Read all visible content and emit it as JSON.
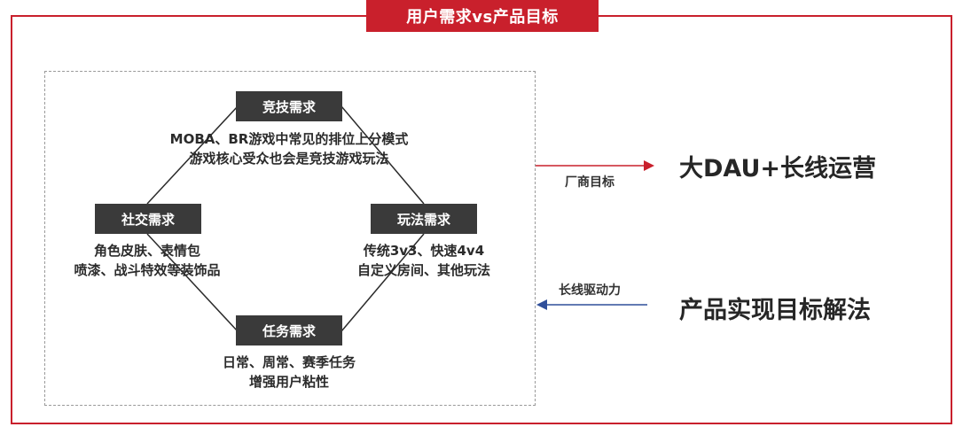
{
  "header": {
    "title": "用户需求vs产品目标"
  },
  "nodes": {
    "top": {
      "label": "竞技需求",
      "desc": [
        "MOBA、BR游戏中常见的排位上分模式",
        "游戏核心受众也会是竞技游戏玩法"
      ]
    },
    "left": {
      "label": "社交需求",
      "desc": [
        "角色皮肤、表情包",
        "喷漆、战斗特效等装饰品"
      ]
    },
    "right": {
      "label": "玩法需求",
      "desc": [
        "传统3v3、快速4v4",
        "自定义房间、其他玩法"
      ]
    },
    "bottom": {
      "label": "任务需求",
      "desc": [
        "日常、周常、赛季任务",
        "增强用户粘性"
      ]
    }
  },
  "arrows": {
    "goal": {
      "label": "厂商目标",
      "color": "#c9202c"
    },
    "drive": {
      "label": "长线驱动力",
      "color": "#2f4f9a"
    }
  },
  "results": {
    "goal": "大DAU+长线运营",
    "solution": "产品实现目标解法"
  },
  "colors": {
    "accent": "#c9202c",
    "node_bg": "#3a3a3a",
    "drive_arrow": "#2f4f9a"
  }
}
